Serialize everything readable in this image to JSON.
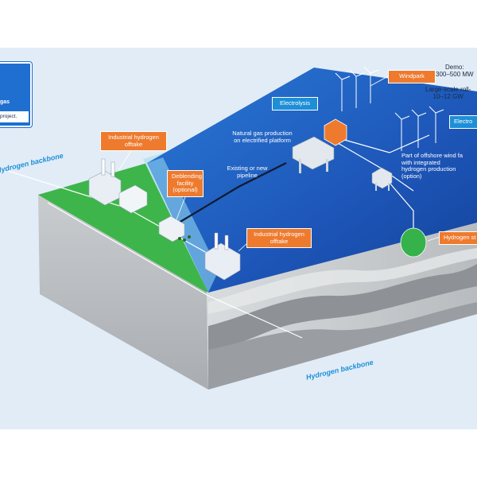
{
  "labels": {
    "demo": "Demo:\n300–500 MW",
    "large_scale": "Large-scale roll-\n10–12 GW",
    "windpark": "Windpark",
    "electrolysis_left": "Electrolysis",
    "electrolysis_right": "Electro",
    "industrial_offtake_top": "Industrial hydrogen\nofftake",
    "industrial_offtake_bottom": "Industrial hydrogen\nofftake",
    "deblending": "Deblending\nfacility\n(optional)",
    "natural_gas": "Natural gas production\non electrified platform",
    "pipeline": "Existing or new\npipeline",
    "offshore_wind": "Part of offshore wind fa\nwith integrated\nhydrogen production\n(option)",
    "hydrogen_storage": "Hydrogen st",
    "backbone_top": "Hydrogen backbone",
    "backbone_bottom": "Hydrogen backbone",
    "panel_text_1": "gas",
    "panel_text_2": "project."
  },
  "colors": {
    "background": "#e2ecf7",
    "sea": "#1d56b8",
    "land": "#3db54a",
    "callout_orange": "#ee7a2e",
    "callout_blue": "#1e8fd6",
    "backbone_text": "#1c8fd8"
  }
}
